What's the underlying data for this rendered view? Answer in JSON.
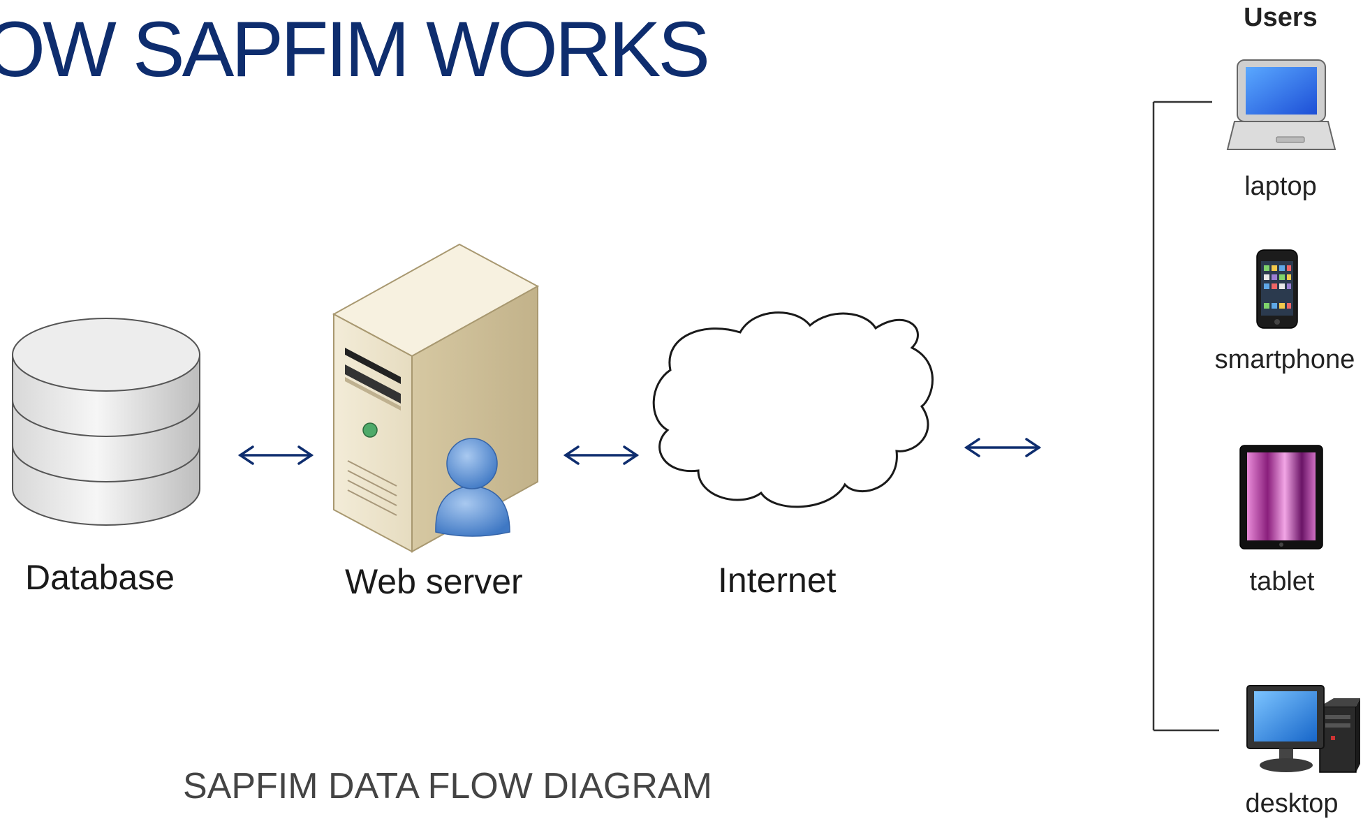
{
  "title": "OW SAPFIM WORKS",
  "caption": "SAPFIM DATA FLOW DIAGRAM",
  "nodes": {
    "database": "Database",
    "web_server": "Web server",
    "internet": "Internet"
  },
  "users": {
    "heading": "Users",
    "devices": [
      "laptop",
      "smartphone",
      "tablet",
      "desktop"
    ]
  },
  "colors": {
    "title": "#0e2d6e",
    "arrow": "#0e2d6e"
  }
}
